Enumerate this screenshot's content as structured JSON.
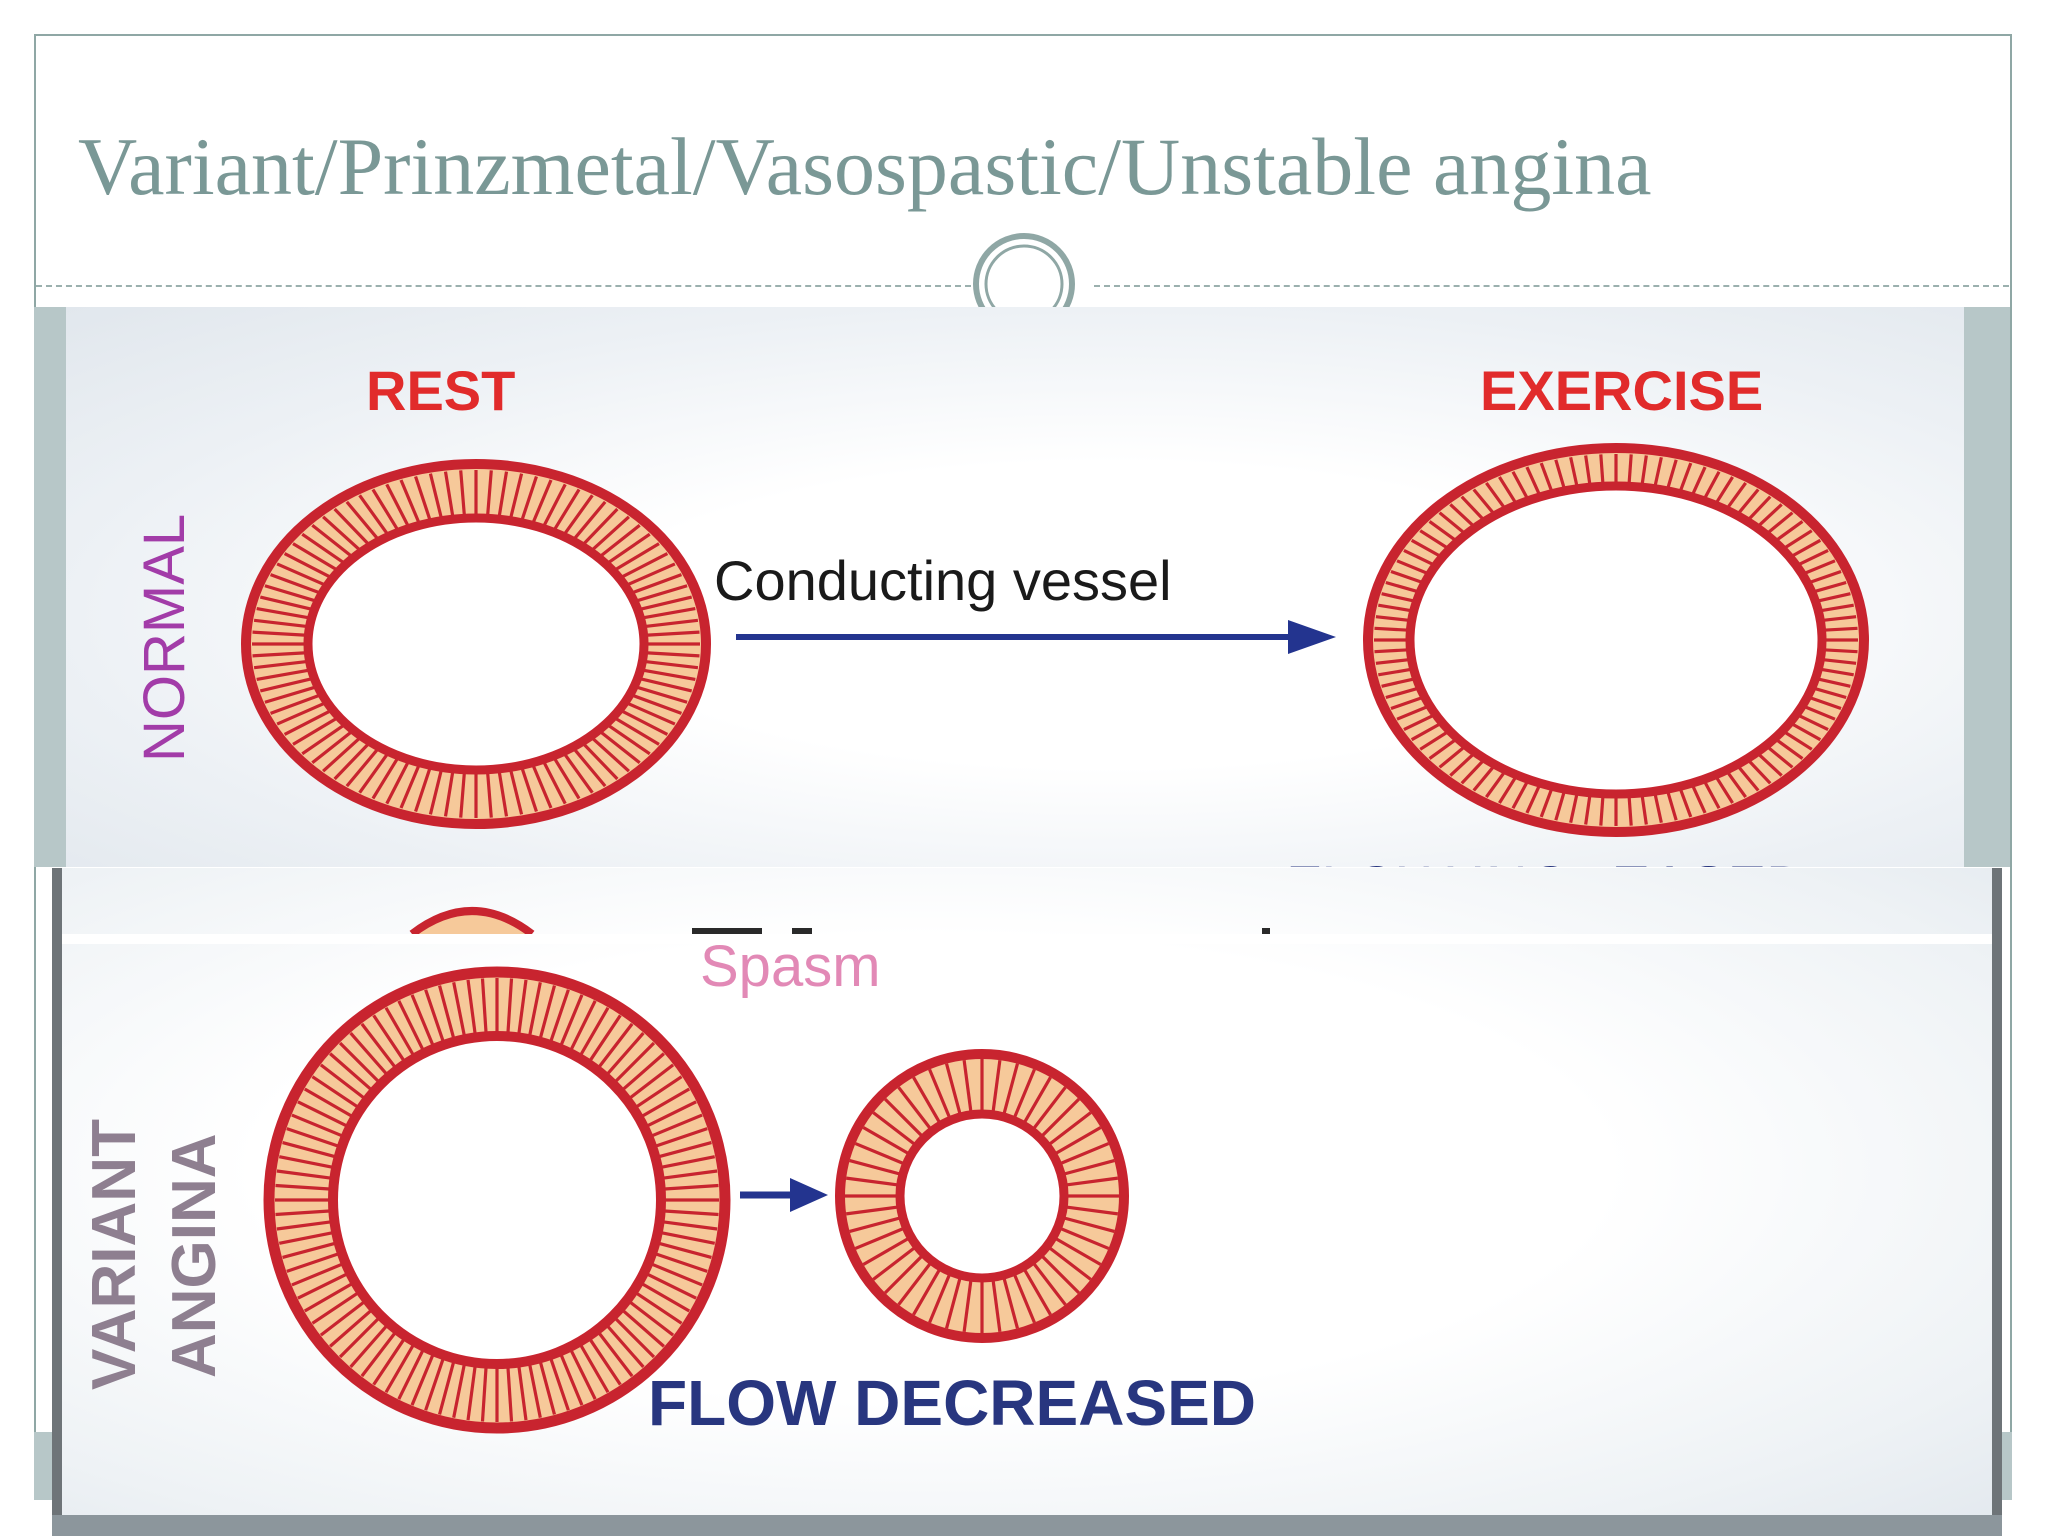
{
  "slide": {
    "title": "Variant/Prinzmetal/Vasospastic/Unstable angina"
  },
  "diagram": {
    "normal_panel": {
      "row_label": "NORMAL",
      "rest_label": "REST",
      "exercise_label": "EXERCISE",
      "arrow_label": "Conducting vessel",
      "flow_label": "FLOW INCREASED"
    },
    "variant_panel": {
      "row_label_line1": "VARIANT",
      "row_label_line2": "ANGINA",
      "spasm_label": "Spasm",
      "flow_label": "FLOW DECREASED"
    },
    "colors": {
      "vessel_stroke": "#c8242f",
      "vessel_fill": "#f6c99a",
      "arrow": "#23348f",
      "rest_exercise_text": "#e12b2b",
      "normal_text": "#a23ca8",
      "variant_text": "#8e7f90",
      "spasm_text": "#e289b6",
      "flow_text": "#28367f",
      "title_text": "#7a9896"
    }
  }
}
